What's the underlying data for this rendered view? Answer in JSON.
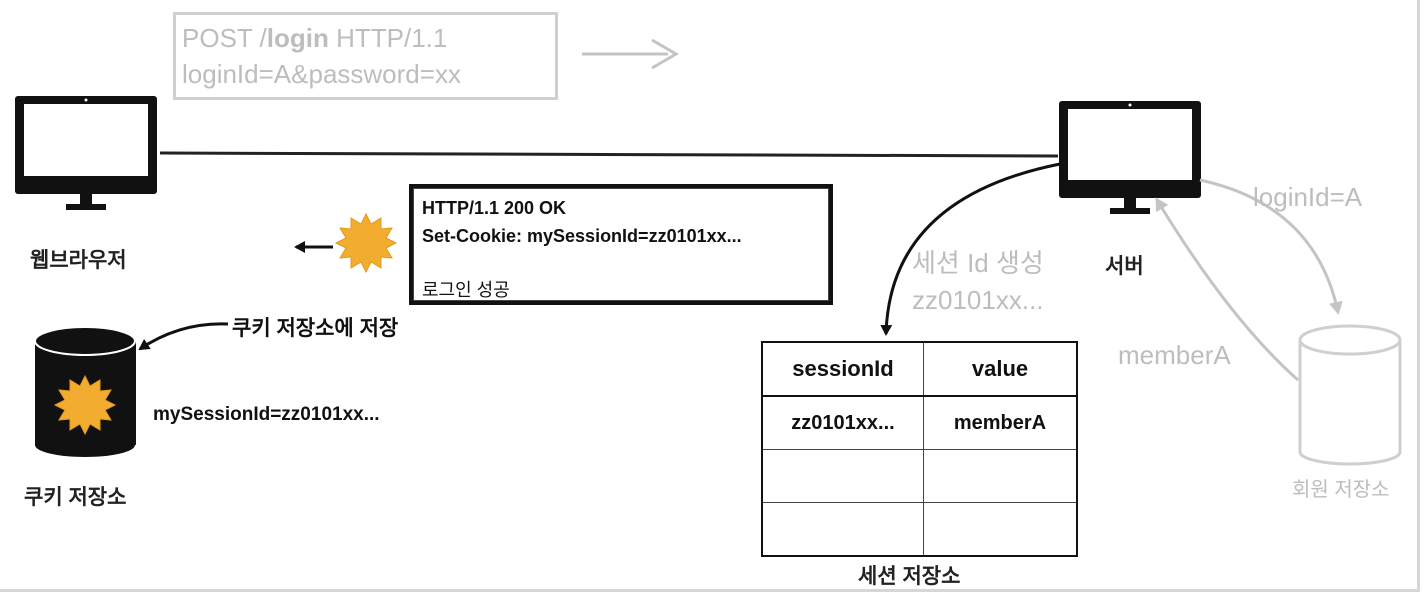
{
  "request": {
    "line1_prefix": "POST /",
    "line1_path": "login",
    "line1_suffix": " HTTP/1.1",
    "line2": "loginId=A&password=xx"
  },
  "response": {
    "status_line": "HTTP/1.1 200 OK",
    "set_cookie": "Set-Cookie: mySessionId=zz0101xx...",
    "body": "로그인 성공"
  },
  "labels": {
    "browser": "웹브라우저",
    "server": "서버",
    "cookie_store": "쿠키 저장소",
    "store_in_cookie": "쿠키 저장소에 저장",
    "cookie_value": "mySessionId=zz0101xx...",
    "session_create_line1": "세션 Id 생성",
    "session_create_line2": "zz0101xx...",
    "login_id": "loginId=A",
    "member": "memberA",
    "member_store": "회원 저장소",
    "session_store": "세션 저장소"
  },
  "session_table": {
    "headers": [
      "sessionId",
      "value"
    ],
    "rows": [
      [
        "zz0101xx...",
        "memberA"
      ],
      [
        "",
        ""
      ],
      [
        "",
        ""
      ]
    ]
  },
  "colors": {
    "ink": "#111111",
    "faded": "#bdbdbd",
    "cookie": "#f2ac2f"
  }
}
